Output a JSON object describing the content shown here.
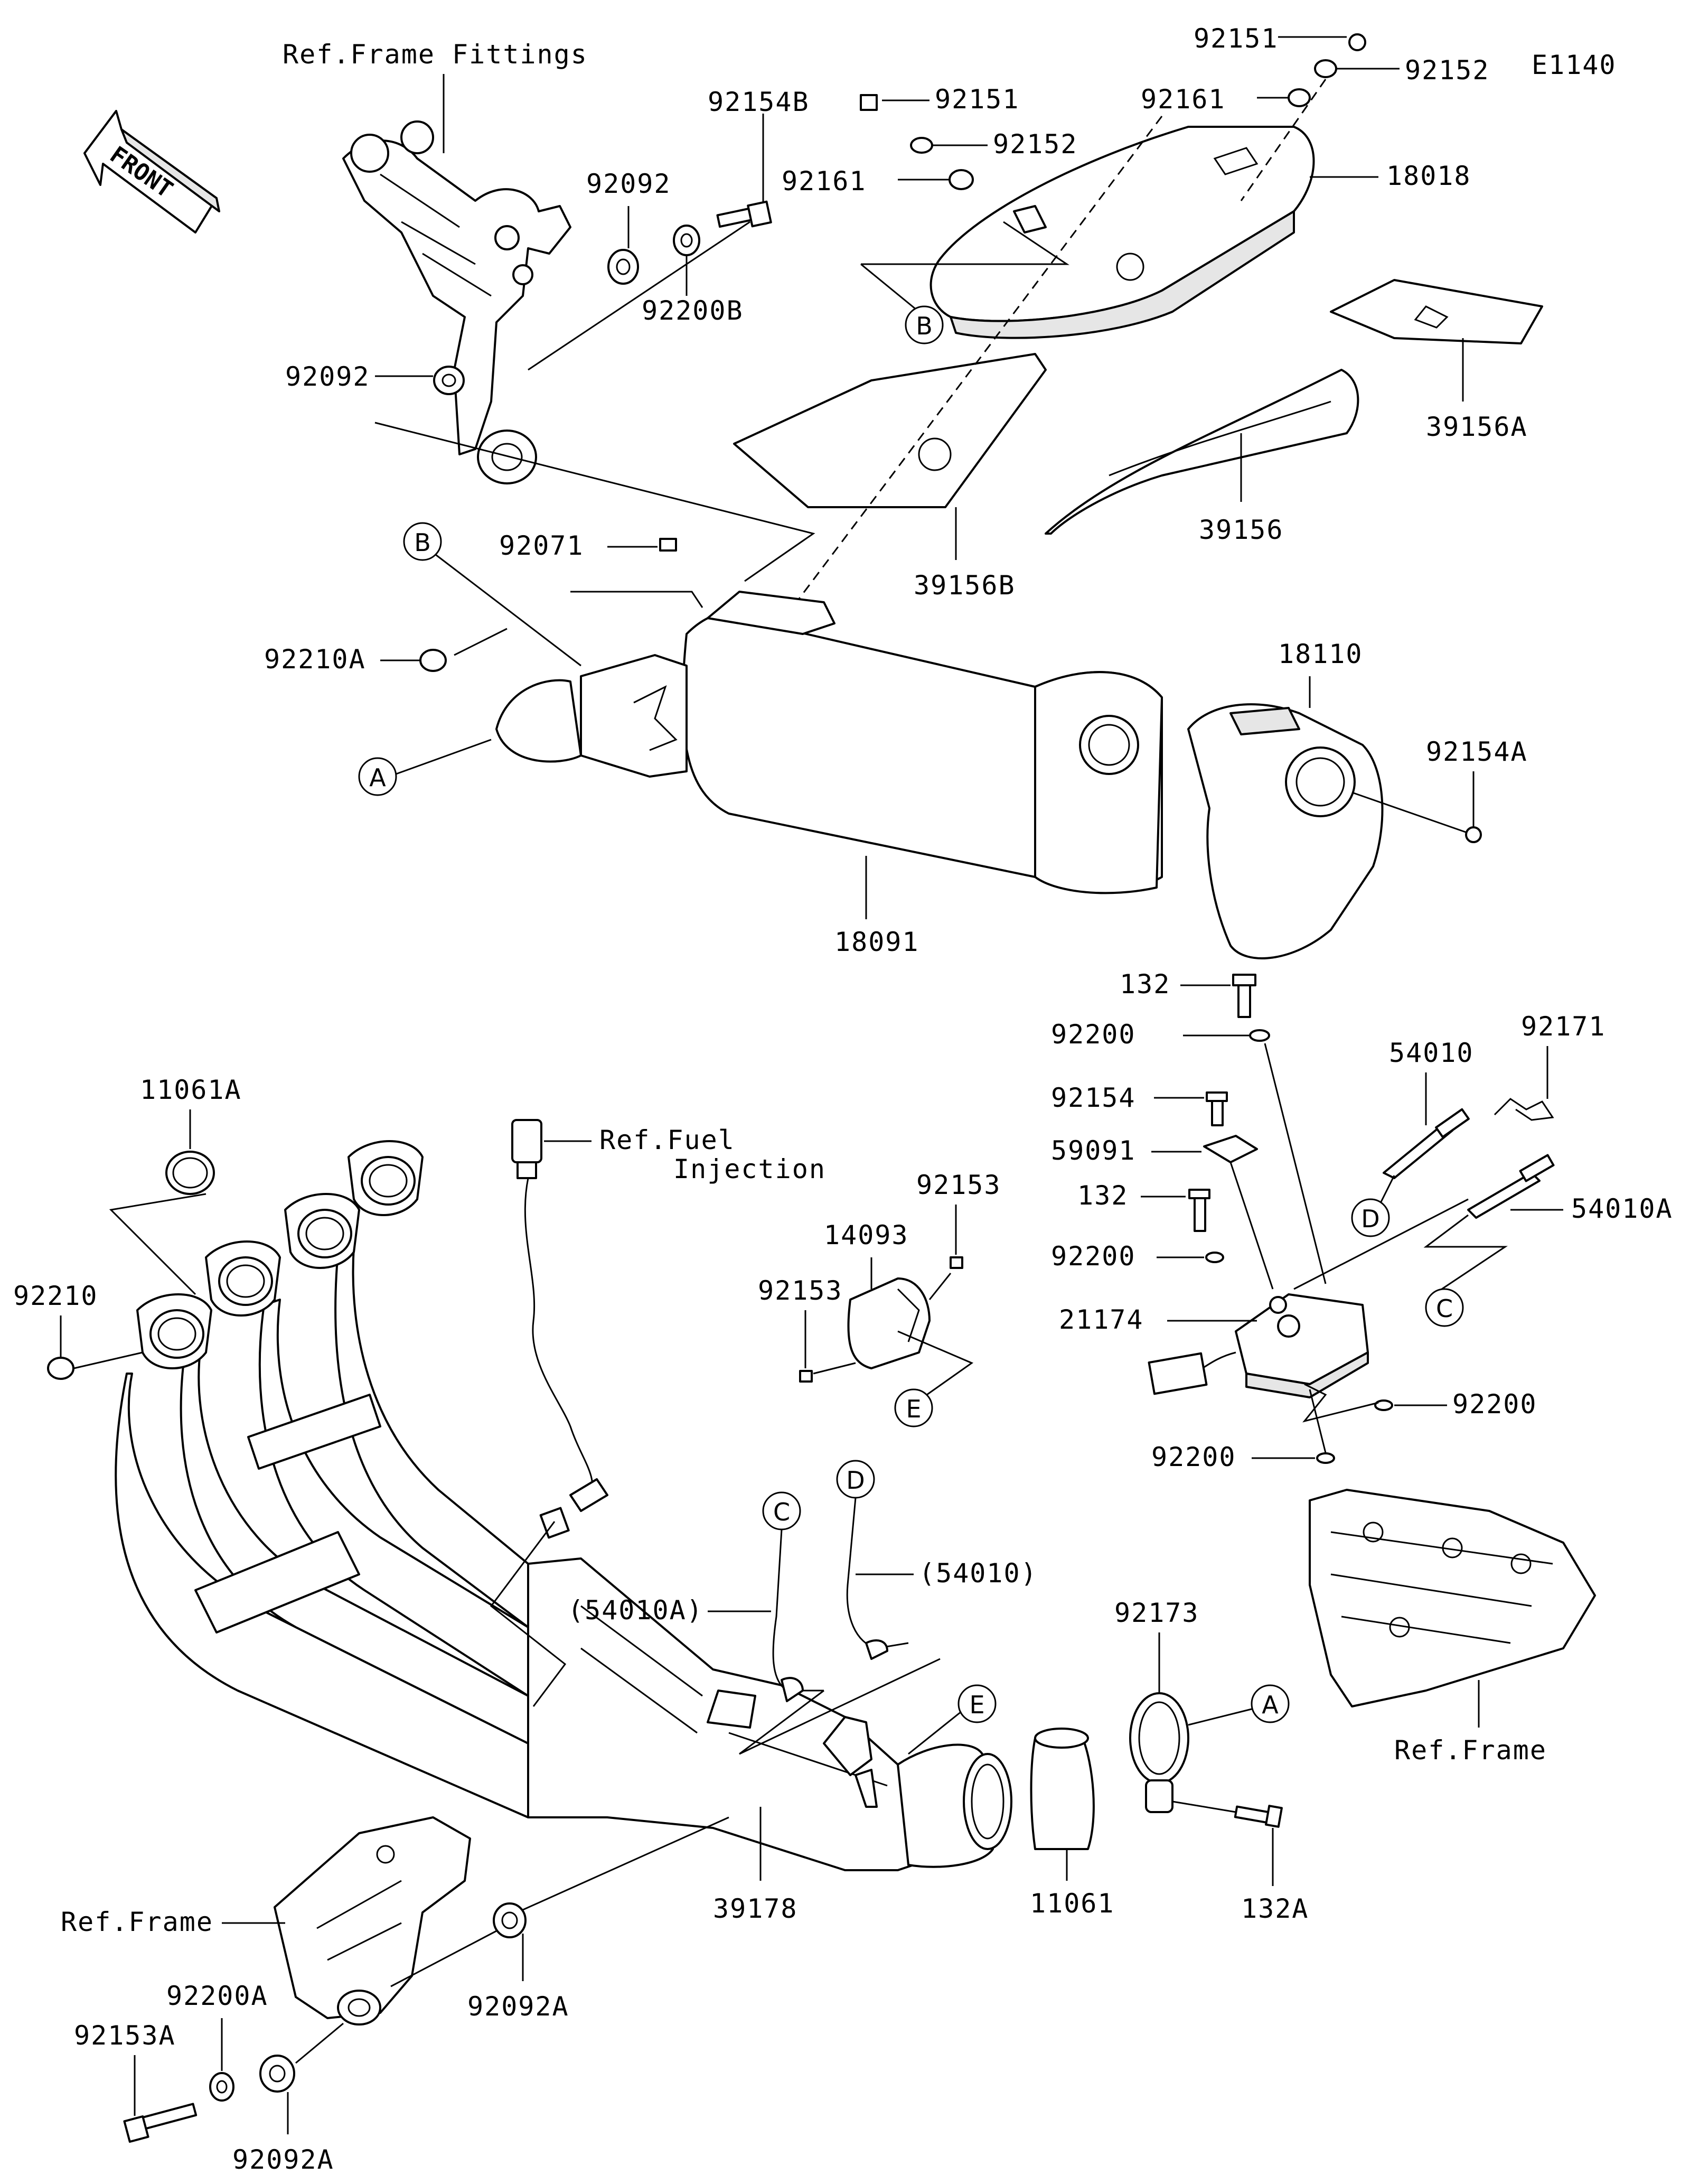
{
  "diagram_code": "E1140",
  "front_label": "FRONT",
  "refs": {
    "frame_fittings": "Ref.Frame Fittings",
    "fuel_injection_line1": "Ref.Fuel",
    "fuel_injection_line2": "Injection",
    "frame_right": "Ref.Frame",
    "frame_left": "Ref.Frame"
  },
  "parts": {
    "p92151_top": "92151",
    "p92152_top": "92152",
    "p92161_top": "92161",
    "p18018": "18018",
    "p92151_mid": "92151",
    "p92152_mid": "92152",
    "p92161_mid": "92161",
    "p92154B": "92154B",
    "p92092_upper": "92092",
    "p92200B": "92200B",
    "p92092_left": "92092",
    "p39156A": "39156A",
    "p39156": "39156",
    "p39156B": "39156B",
    "p92071": "92071",
    "p92210A": "92210A",
    "p18110": "18110",
    "p92154A": "92154A",
    "p18091": "18091",
    "p132_top": "132",
    "p92200_1": "92200",
    "p92171": "92171",
    "p54010": "54010",
    "p92154": "92154",
    "p59091": "59091",
    "p132_mid": "132",
    "p54010A": "54010A",
    "p92200_2": "92200",
    "p21174": "21174",
    "p92200_3": "92200",
    "p92200_4": "92200",
    "p11061A": "11061A",
    "p92210": "92210",
    "p14093": "14093",
    "p92153_r": "92153",
    "p92153_l": "92153",
    "p54010A_paren": "(54010A)",
    "p54010_paren": "(54010)",
    "p92173": "92173",
    "p11061": "11061",
    "p132A": "132A",
    "p39178": "39178",
    "p92092A_mid": "92092A",
    "p92200A": "92200A",
    "p92153A": "92153A",
    "p92092A_bottom": "92092A"
  },
  "callouts": {
    "b_top": "B",
    "b_left": "B",
    "a_left": "A",
    "a_right": "A",
    "d_upper": "D",
    "c_upper": "C",
    "e_upper": "E",
    "c_lower": "C",
    "d_lower": "D",
    "e_lower": "E"
  }
}
